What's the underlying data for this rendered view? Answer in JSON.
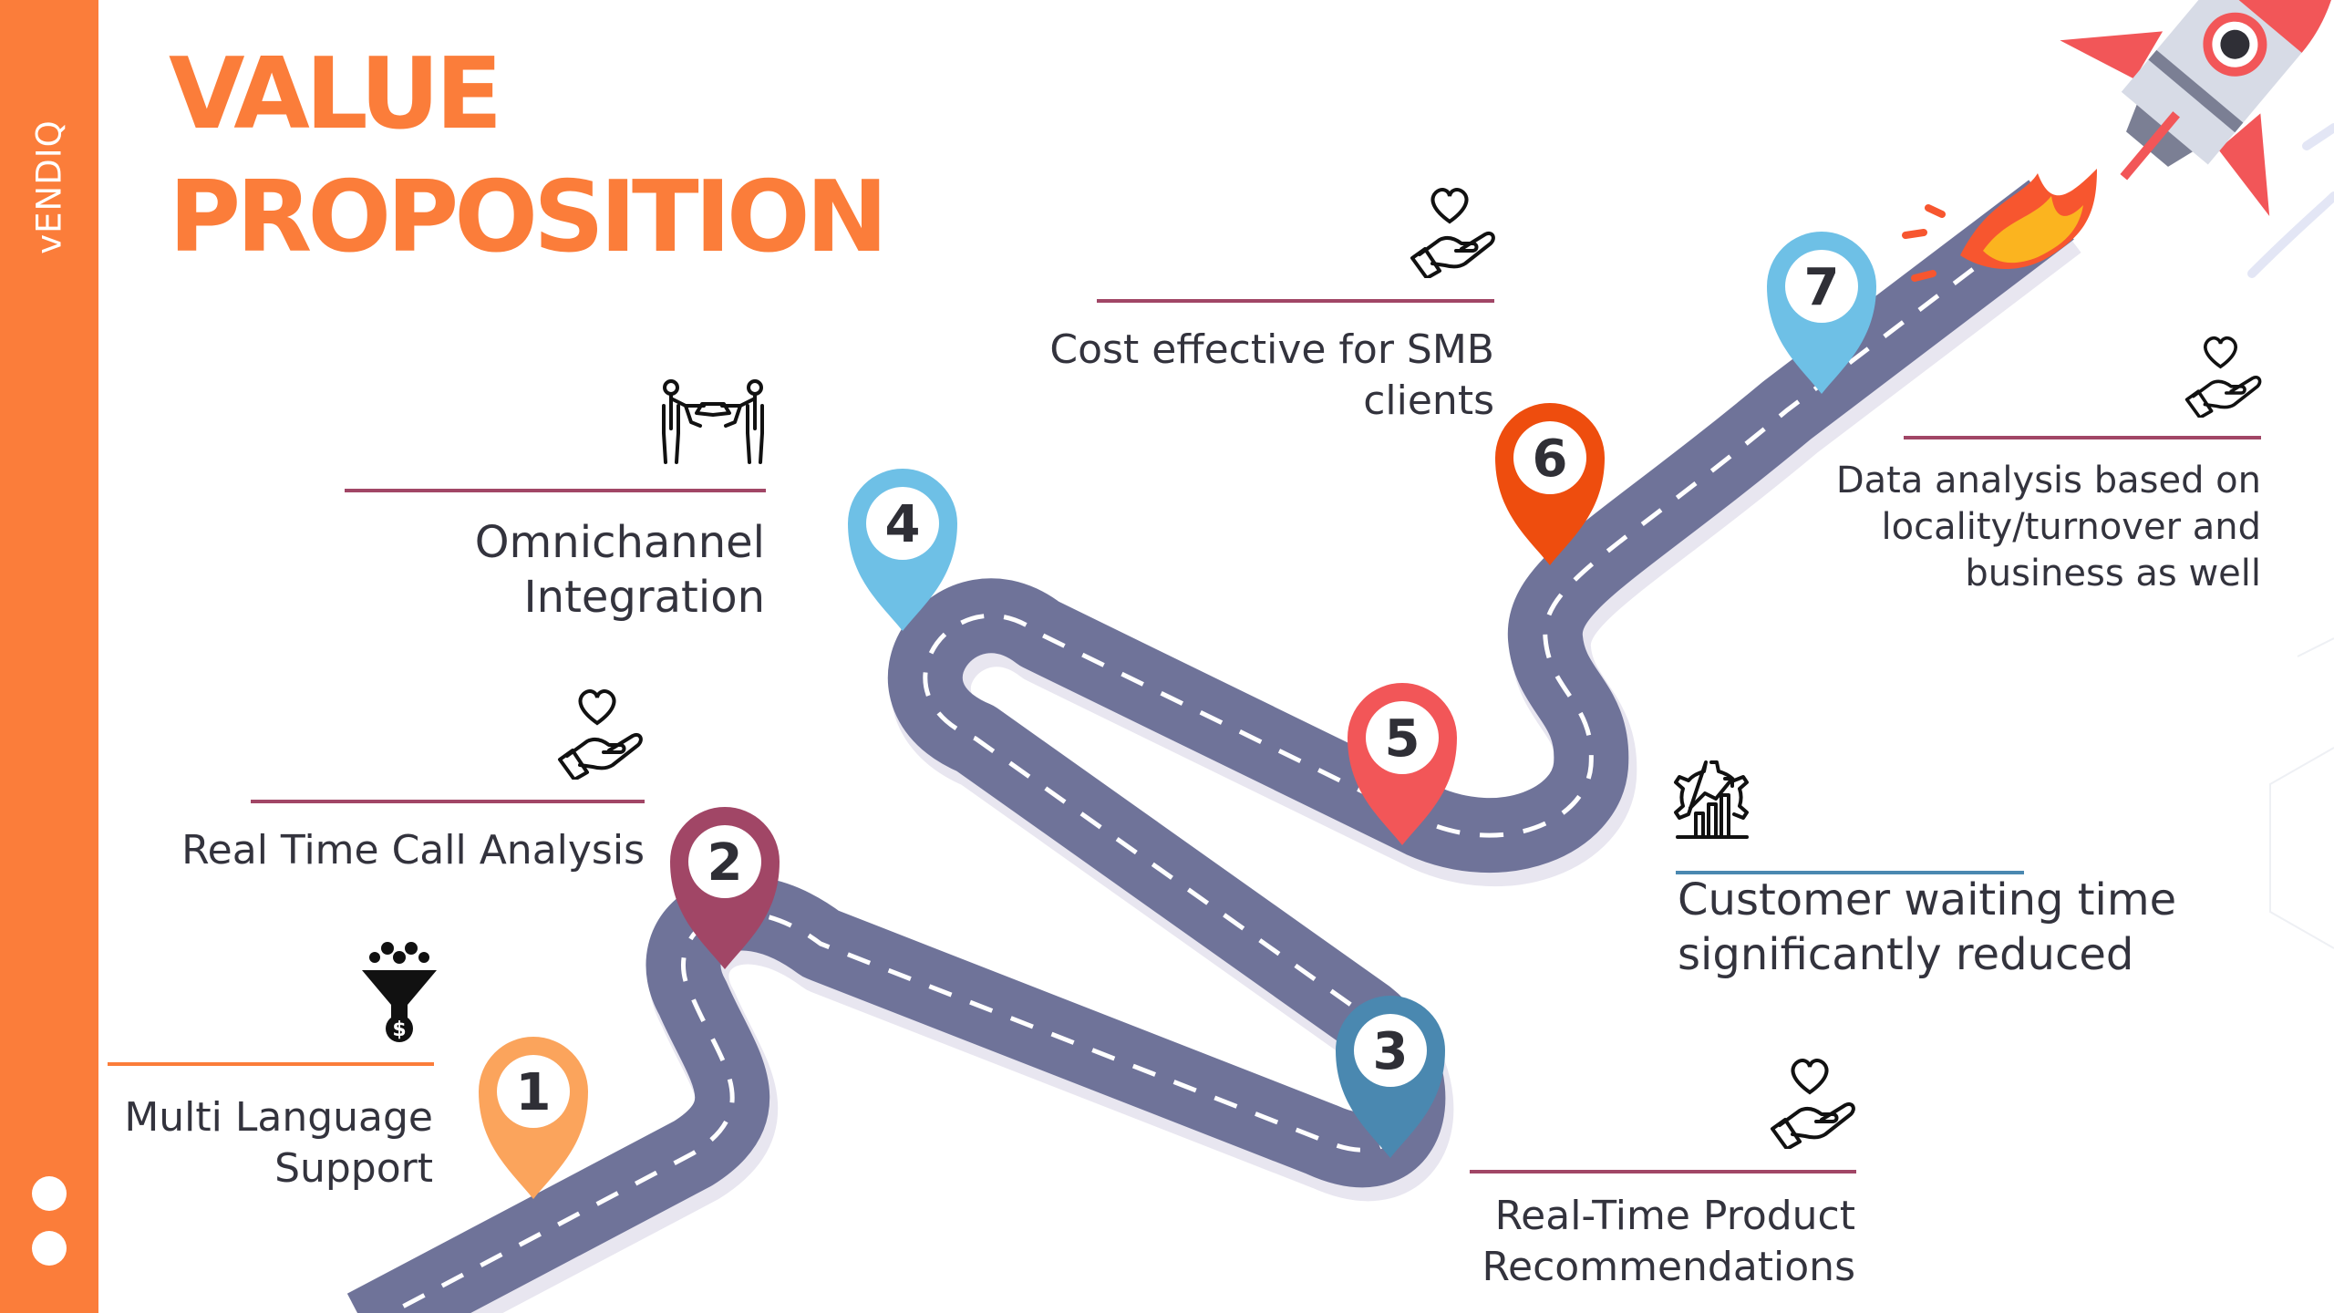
{
  "brand": "vENDIQ",
  "title_line1": "VALUE",
  "title_line2": "PROPOSITION",
  "colors": {
    "sidebar": "#fb7d3a",
    "title": "#fb7d3a",
    "road": "#6f7399",
    "pin1": "#fba45c",
    "pin2": "#a14666",
    "pin3": "#4a88b0",
    "pin4": "#6ec0e6",
    "pin5": "#f25658",
    "pin6": "#ee4d0e",
    "pin7": "#6ec0e6"
  },
  "milestones": [
    {
      "number": "1",
      "line1": "Multi Language",
      "line2": "Support",
      "icon": "funnel-people-dollar-icon"
    },
    {
      "number": "2",
      "line1": "Real Time Call Analysis",
      "line2": "",
      "icon": "hand-heart-icon"
    },
    {
      "number": "3",
      "line1": "Real-Time Product",
      "line2": "Recommendations",
      "icon": "hand-heart-icon"
    },
    {
      "number": "4",
      "line1": "Omnichannel",
      "line2": "Integration",
      "icon": "handshake-people-icon"
    },
    {
      "number": "5",
      "line1": "Customer waiting time",
      "line2": "significantly reduced",
      "icon": "gear-chart-icon"
    },
    {
      "number": "6",
      "line1": "Cost effective for SMB",
      "line2": "clients",
      "icon": "hand-heart-icon"
    },
    {
      "number": "7",
      "line1": "Data analysis based on",
      "line2": "locality/turnover and",
      "line3": "business as well",
      "icon": "hand-heart-icon"
    }
  ]
}
